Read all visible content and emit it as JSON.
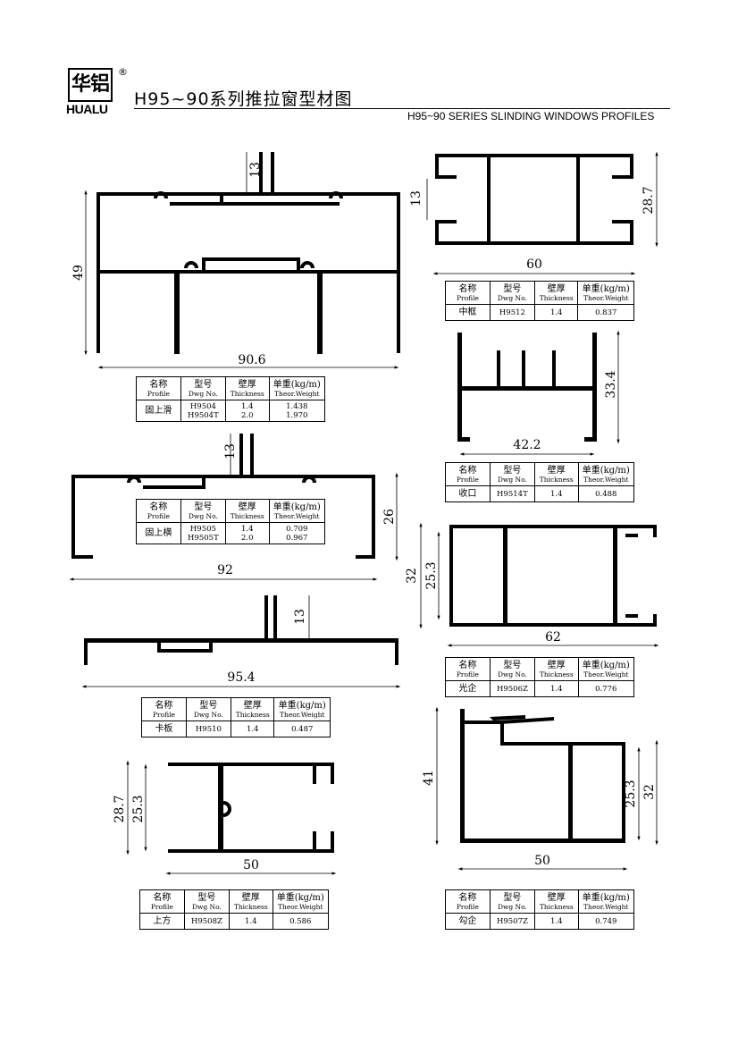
{
  "header": {
    "logo_chars": "华铝",
    "logo_reg": "®",
    "logo_brand": "HUALU",
    "title": "H95~90系列推拉窗型材图",
    "subtitle": "H95~90 SERIES SLINDING WINDOWS PROFILES"
  },
  "table_header": {
    "name_cn": "名称",
    "name_en": "Profile",
    "dwg_cn": "型号",
    "dwg_en": "Dwg No.",
    "thick_cn": "壁厚",
    "thick_en": "Thickness",
    "weight_cn": "单重(kg/m)",
    "weight_en": "Theor.Weight"
  },
  "profiles": [
    {
      "name": "固上滑",
      "dwg": [
        "H9504",
        "H9504T"
      ],
      "thickness": [
        "1.4",
        "2.0"
      ],
      "weight": [
        "1.438",
        "1.970"
      ],
      "dims": [
        "13",
        "49",
        "90.6"
      ]
    },
    {
      "name": "中框",
      "dwg": [
        "H9512"
      ],
      "thickness": [
        "1.4"
      ],
      "weight": [
        "0.837"
      ],
      "dims": [
        "13",
        "28.7",
        "60"
      ]
    },
    {
      "name": "收口",
      "dwg": [
        "H9514T"
      ],
      "thickness": [
        "1.4"
      ],
      "weight": [
        "0.488"
      ],
      "dims": [
        "33.4",
        "42.2"
      ]
    },
    {
      "name": "固上横",
      "dwg": [
        "H9505",
        "H9505T"
      ],
      "thickness": [
        "1.4",
        "2.0"
      ],
      "weight": [
        "0.709",
        "0.967"
      ],
      "dims": [
        "13",
        "26",
        "92"
      ]
    },
    {
      "name": "光企",
      "dwg": [
        "H9506Z"
      ],
      "thickness": [
        "1.4"
      ],
      "weight": [
        "0.776"
      ],
      "dims": [
        "32",
        "25.3",
        "62"
      ]
    },
    {
      "name": "卡板",
      "dwg": [
        "H9510"
      ],
      "thickness": [
        "1.4"
      ],
      "weight": [
        "0.487"
      ],
      "dims": [
        "13",
        "95.4"
      ]
    },
    {
      "name": "上方",
      "dwg": [
        "H9508Z"
      ],
      "thickness": [
        "1.4"
      ],
      "weight": [
        "0.586"
      ],
      "dims": [
        "28.7",
        "25.3",
        "50"
      ]
    },
    {
      "name": "勾企",
      "dwg": [
        "H9507Z"
      ],
      "thickness": [
        "1.4"
      ],
      "weight": [
        "0.749"
      ],
      "dims": [
        "41",
        "25.3",
        "32",
        "50"
      ]
    }
  ]
}
